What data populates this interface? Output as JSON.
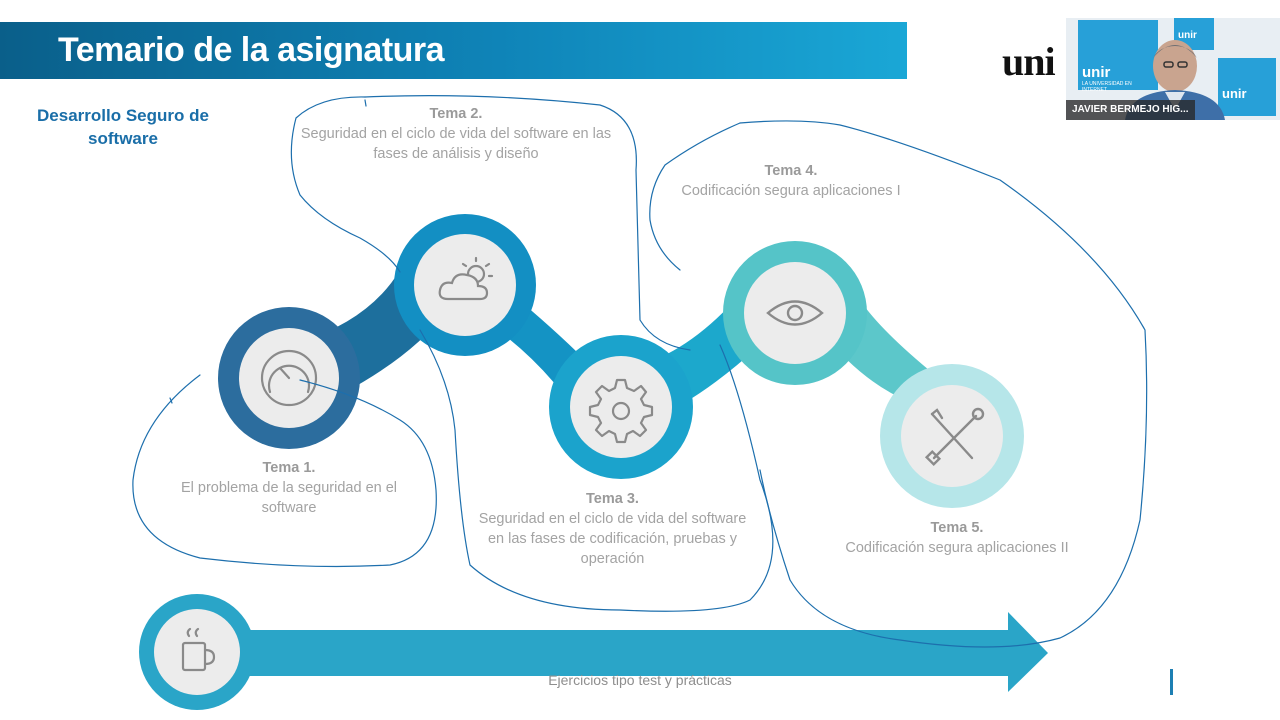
{
  "header": {
    "title": "Temario de la asignatura"
  },
  "subject": {
    "line1": "Desarrollo Seguro de",
    "line2": "software"
  },
  "logo": {
    "text": "uni"
  },
  "video_call": {
    "participant_name": "JAVIER BERMEJO HIG...",
    "tile_label": "unir",
    "tile_tagline": "LA UNIVERSIDAD EN INTERNET"
  },
  "topics": [
    {
      "title": "Tema 1.",
      "desc": "El problema de la seguridad en el software",
      "icon": "speedometer-icon",
      "color": "#2c6d9e"
    },
    {
      "title": "Tema 2.",
      "desc": "Seguridad en el ciclo de vida del software en las fases de análisis y diseño",
      "icon": "sun-cloud-icon",
      "color": "#138fc3"
    },
    {
      "title": "Tema 3.",
      "desc": "Seguridad en el ciclo de vida del software en las fases de codificación, pruebas y operación",
      "icon": "gear-icon",
      "color": "#1ba3cc"
    },
    {
      "title": "Tema 4.",
      "desc": "Codificación segura aplicaciones I",
      "icon": "eye-icon",
      "color": "#55c4c8"
    },
    {
      "title": "Tema 5.",
      "desc": "Codificación segura aplicaciones II",
      "icon": "tools-icon",
      "color": "#b6e6e9"
    }
  ],
  "footer": {
    "label": "Ejercicios tipo test y prácticas",
    "icon": "coffee-cup-icon",
    "color": "#2aa5c8"
  }
}
